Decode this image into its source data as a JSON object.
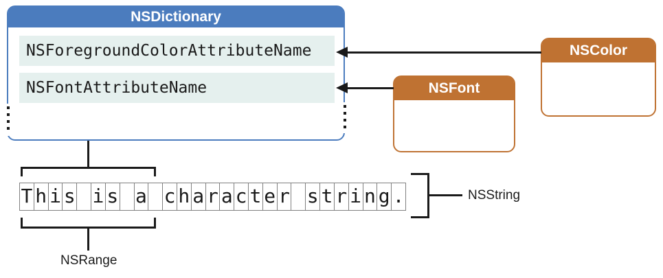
{
  "dictionary": {
    "title": "NSDictionary",
    "rows": [
      "NSForegroundColorAttributeName",
      "NSFontAttributeName"
    ]
  },
  "classes": {
    "color": {
      "title": "NSColor"
    },
    "font": {
      "title": "NSFont"
    }
  },
  "attributed_string": {
    "text": "This is a character string.",
    "string_label": "NSString",
    "range_label": "NSRange"
  },
  "colors": {
    "blue": "#4B7CBE",
    "orange": "#BF7232",
    "row_bg": "#E5F0EE",
    "line": "#1A1A1A",
    "cell_border": "#7F7F7F",
    "header_text": "#FFFFFF",
    "code_text": "#1A1A1A"
  }
}
